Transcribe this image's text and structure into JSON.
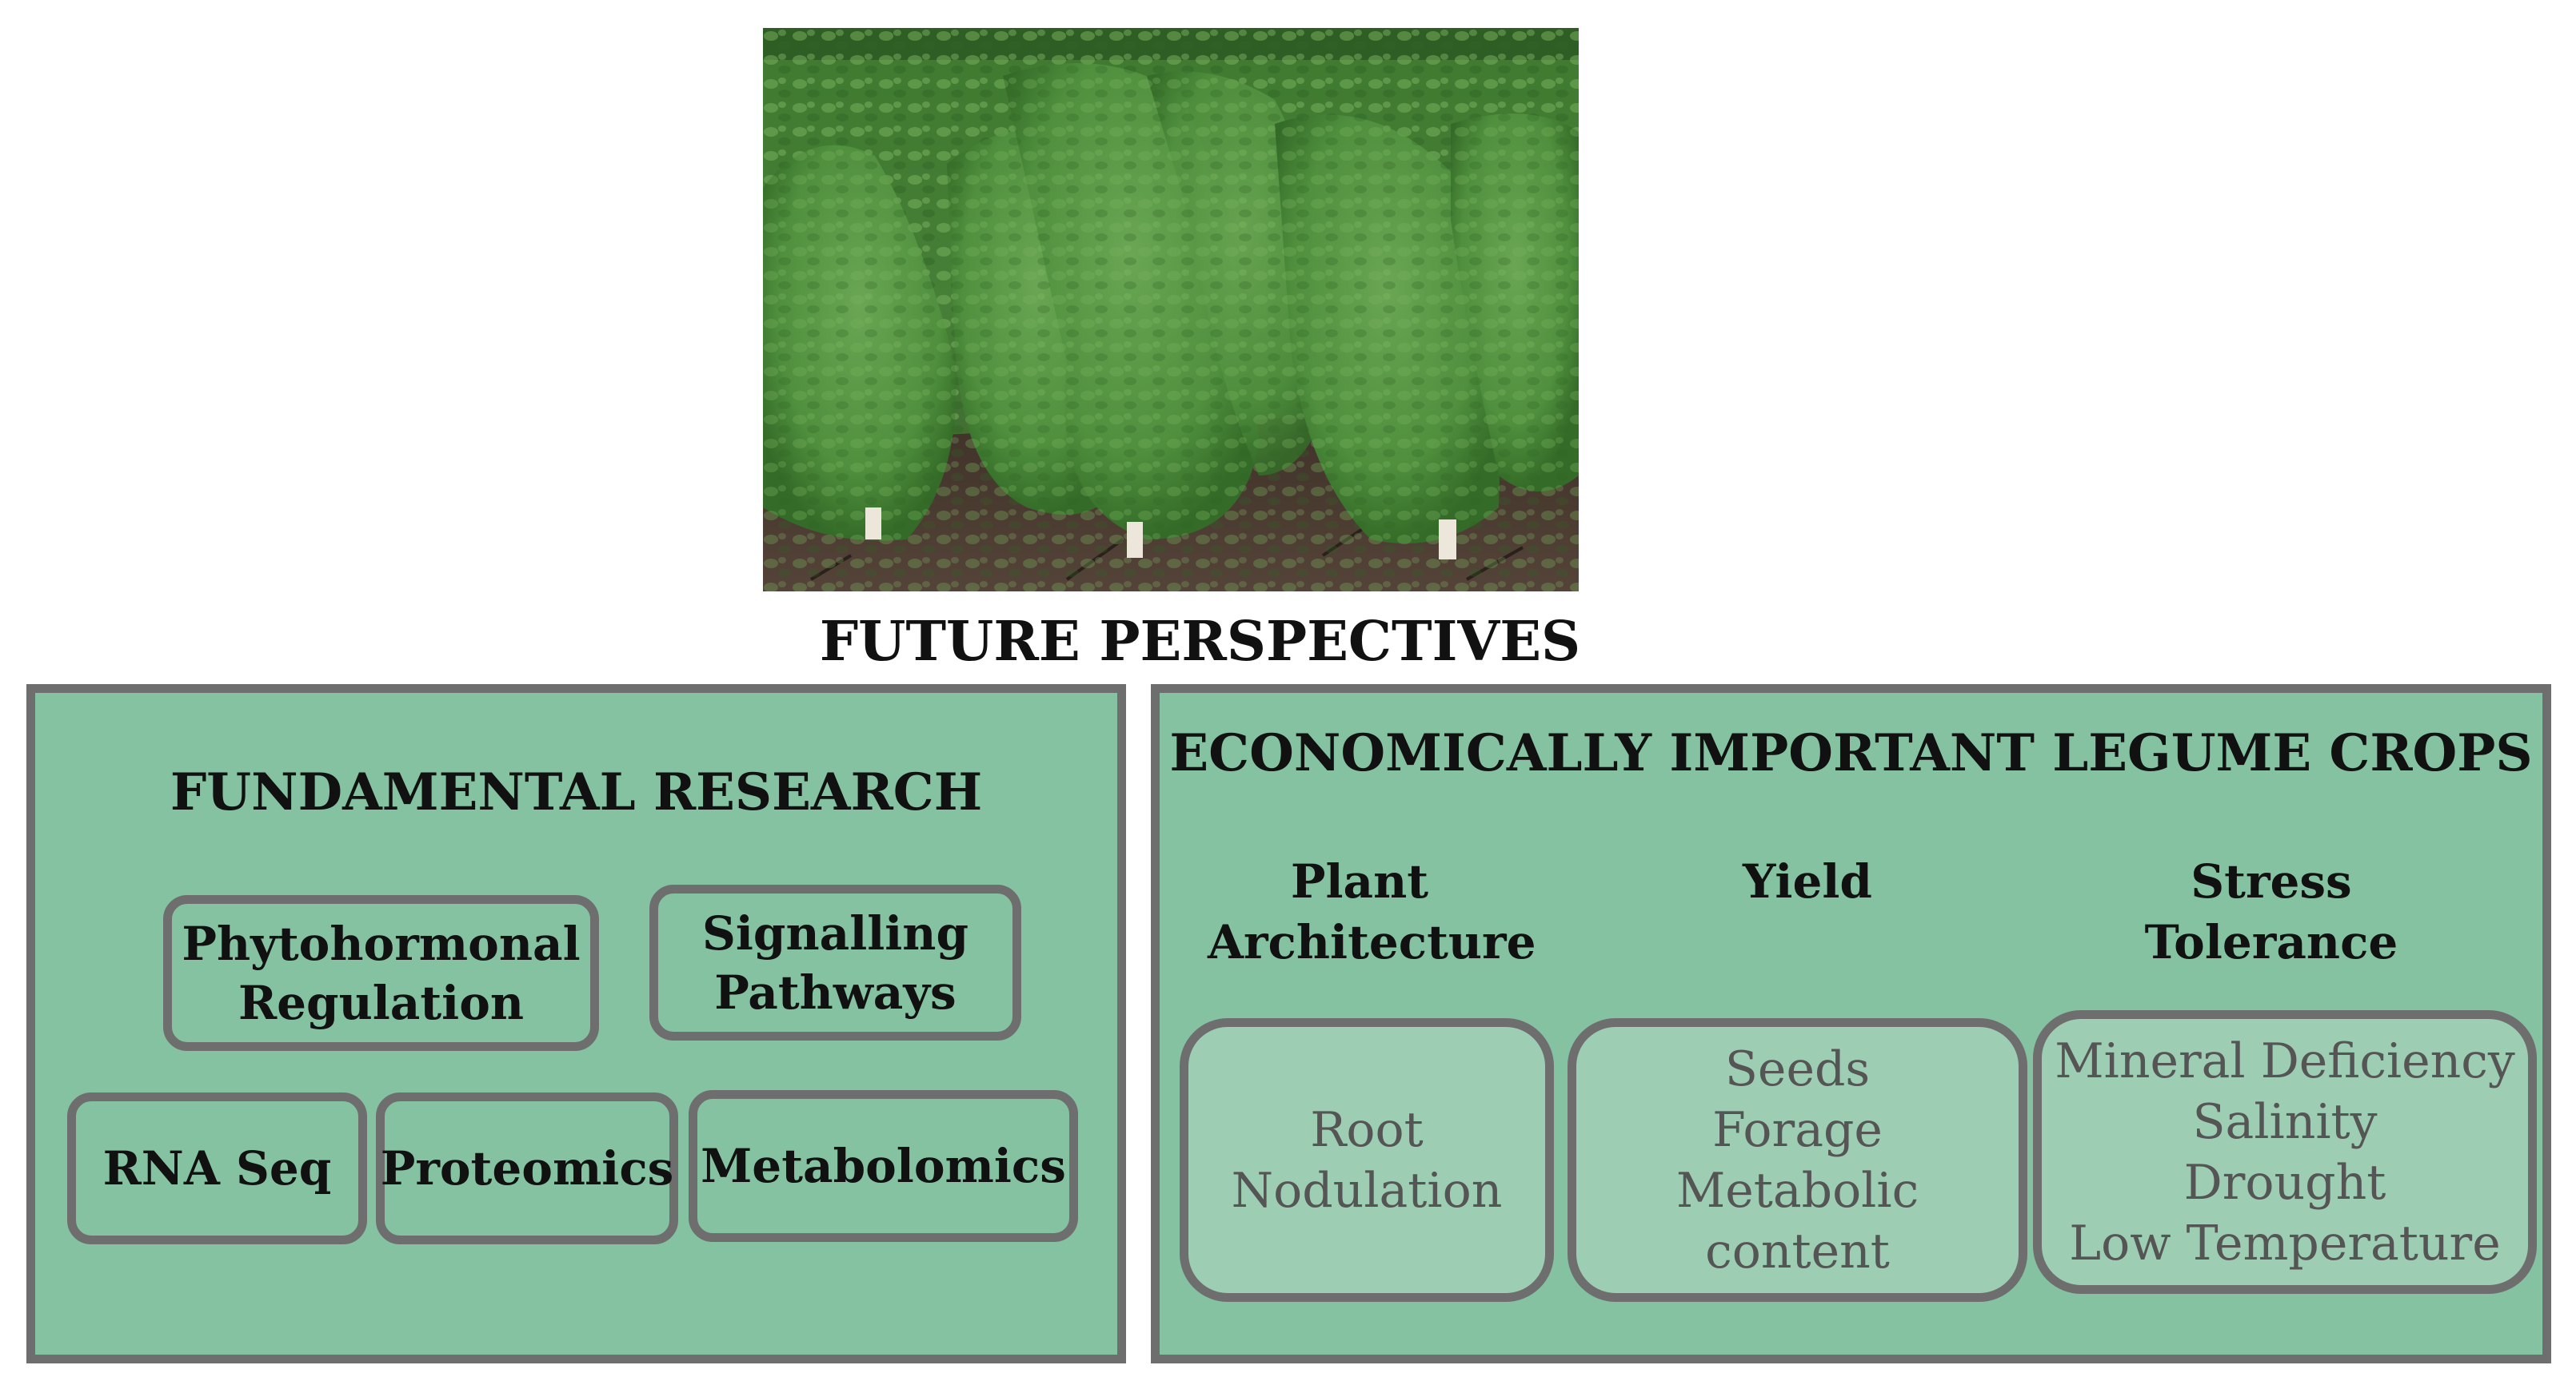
{
  "title": "FUTURE PERSPECTIVES",
  "photo": {
    "icon": "soybean-field-photo",
    "colors": {
      "foliage": "#4f8f3d",
      "soil": "#4a3a30",
      "sky_trees": "#2f5e25"
    }
  },
  "colors": {
    "panel_fill": "#85c2a2",
    "panel_border": "#6e6e6e",
    "box_light_fill": "#9dceb4",
    "muted_text": "#555555"
  },
  "fundamental": {
    "heading": "FUNDAMENTAL RESEARCH",
    "boxes": {
      "phytohormonal": "Phytohormonal\nRegulation",
      "signalling": "Signalling\nPathways",
      "rnaseq": "RNA Seq",
      "proteomics": "Proteomics",
      "metabolomics": "Metabolomics"
    }
  },
  "legume": {
    "heading": "ECONOMICALLY IMPORTANT LEGUME CROPS",
    "columns": {
      "architecture": {
        "label": "Plant\nArchitecture",
        "items": "Root\nNodulation"
      },
      "yield": {
        "label": "Yield",
        "items": "Seeds\nForage\nMetabolic content"
      },
      "stress": {
        "label": "Stress\nTolerance",
        "items": "Mineral Deficiency\nSalinity\nDrought\nLow Temperature"
      }
    }
  }
}
